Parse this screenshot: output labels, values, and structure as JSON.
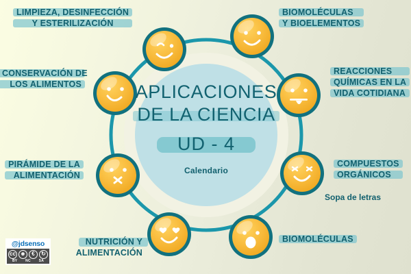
{
  "poster": {
    "title_lines": [
      "APLICACIONES",
      "DE LA CIENCIA"
    ],
    "unit_label": "UD - 4",
    "subtitle": "Calendario"
  },
  "colors": {
    "teal_dark": "#12606e",
    "teal_ring": "#1b7f8e",
    "teal_highlight": "#7fc6cf",
    "yellow": "#f5b335",
    "center_disc": "#bfe0e6",
    "background_left": "#fbfde2",
    "background_right": "#dfe1cf"
  },
  "nodes": [
    {
      "id": "limpieza",
      "label_lines": [
        "LIMPIEZA, DESINFECCIÓN",
        "Y ESTERILIZACIÓN"
      ],
      "face": "wink-smile",
      "face_name": "winking-smiley-icon"
    },
    {
      "id": "biomoleculas-bioelementos",
      "label_lines": [
        "BIOMOLÉCULAS",
        "Y BIOELEMENTOS"
      ],
      "face": "smile",
      "face_name": "smiling-face-icon"
    },
    {
      "id": "reacciones",
      "label_lines": [
        "REACCIONES",
        "QUÍMICAS EN LA",
        "VIDA COTIDIANA"
      ],
      "face": "tongue",
      "face_name": "tongue-out-face-icon"
    },
    {
      "id": "compuestos",
      "label_lines": [
        "COMPUESTOS",
        "ORGÁNICOS"
      ],
      "sub_label": "Sopa de letras",
      "face": "x-eyes-smile",
      "face_name": "x-eyes-smiling-face-icon"
    },
    {
      "id": "biomoleculas",
      "label_lines": [
        "BIOMOLÉCULAS"
      ],
      "face": "surprised",
      "face_name": "surprised-face-icon"
    },
    {
      "id": "nutricion",
      "label_lines": [
        "NUTRICIÓN Y",
        "ALIMENTACIÓN"
      ],
      "face": "heart-eyes",
      "face_name": "heart-eyes-face-icon"
    },
    {
      "id": "piramide",
      "label_lines": [
        "PIRÁMIDE DE LA",
        "ALIMENTACIÓN"
      ],
      "face": "x-mouth",
      "face_name": "sealed-lips-face-icon"
    },
    {
      "id": "conservacion",
      "label_lines": [
        "CONSERVACIÓN DE",
        "LOS ALIMENTOS"
      ],
      "face": "half-smile",
      "face_name": "half-smiling-face-icon"
    }
  ],
  "license": {
    "handle": "@jdsenso",
    "icons": [
      "cc",
      "by",
      "nc",
      "sa"
    ],
    "terms": [
      "BY",
      "NC",
      "SA"
    ]
  }
}
